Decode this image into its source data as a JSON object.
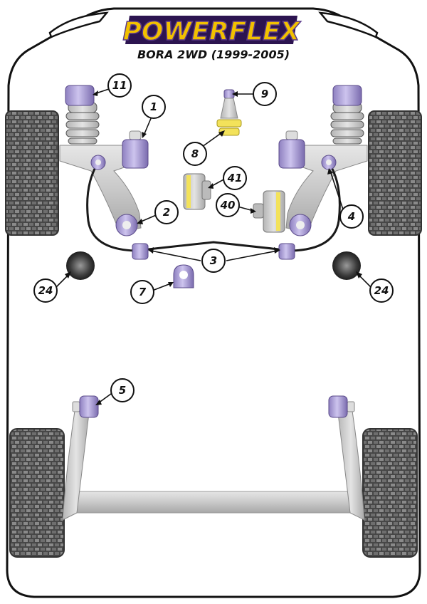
{
  "brand": {
    "name": "POWERFLEX"
  },
  "model": {
    "title": "BORA 2WD (1999-2005)"
  },
  "callouts": [
    {
      "num": "1"
    },
    {
      "num": "2"
    },
    {
      "num": "3"
    },
    {
      "num": "4"
    },
    {
      "num": "5"
    },
    {
      "num": "7"
    },
    {
      "num": "8"
    },
    {
      "num": "9"
    },
    {
      "num": "11"
    },
    {
      "num": "24"
    },
    {
      "num": "24"
    },
    {
      "num": "40"
    },
    {
      "num": "41"
    }
  ],
  "colors": {
    "purple": "#b9aede",
    "purple_dark": "#6d5e9c",
    "yellow": "#f3e25a",
    "grey": "#c8c8c8",
    "tyre": "#4a4a4a",
    "logo_yellow": "#f2c100",
    "logo_purple": "#3a1f62"
  }
}
